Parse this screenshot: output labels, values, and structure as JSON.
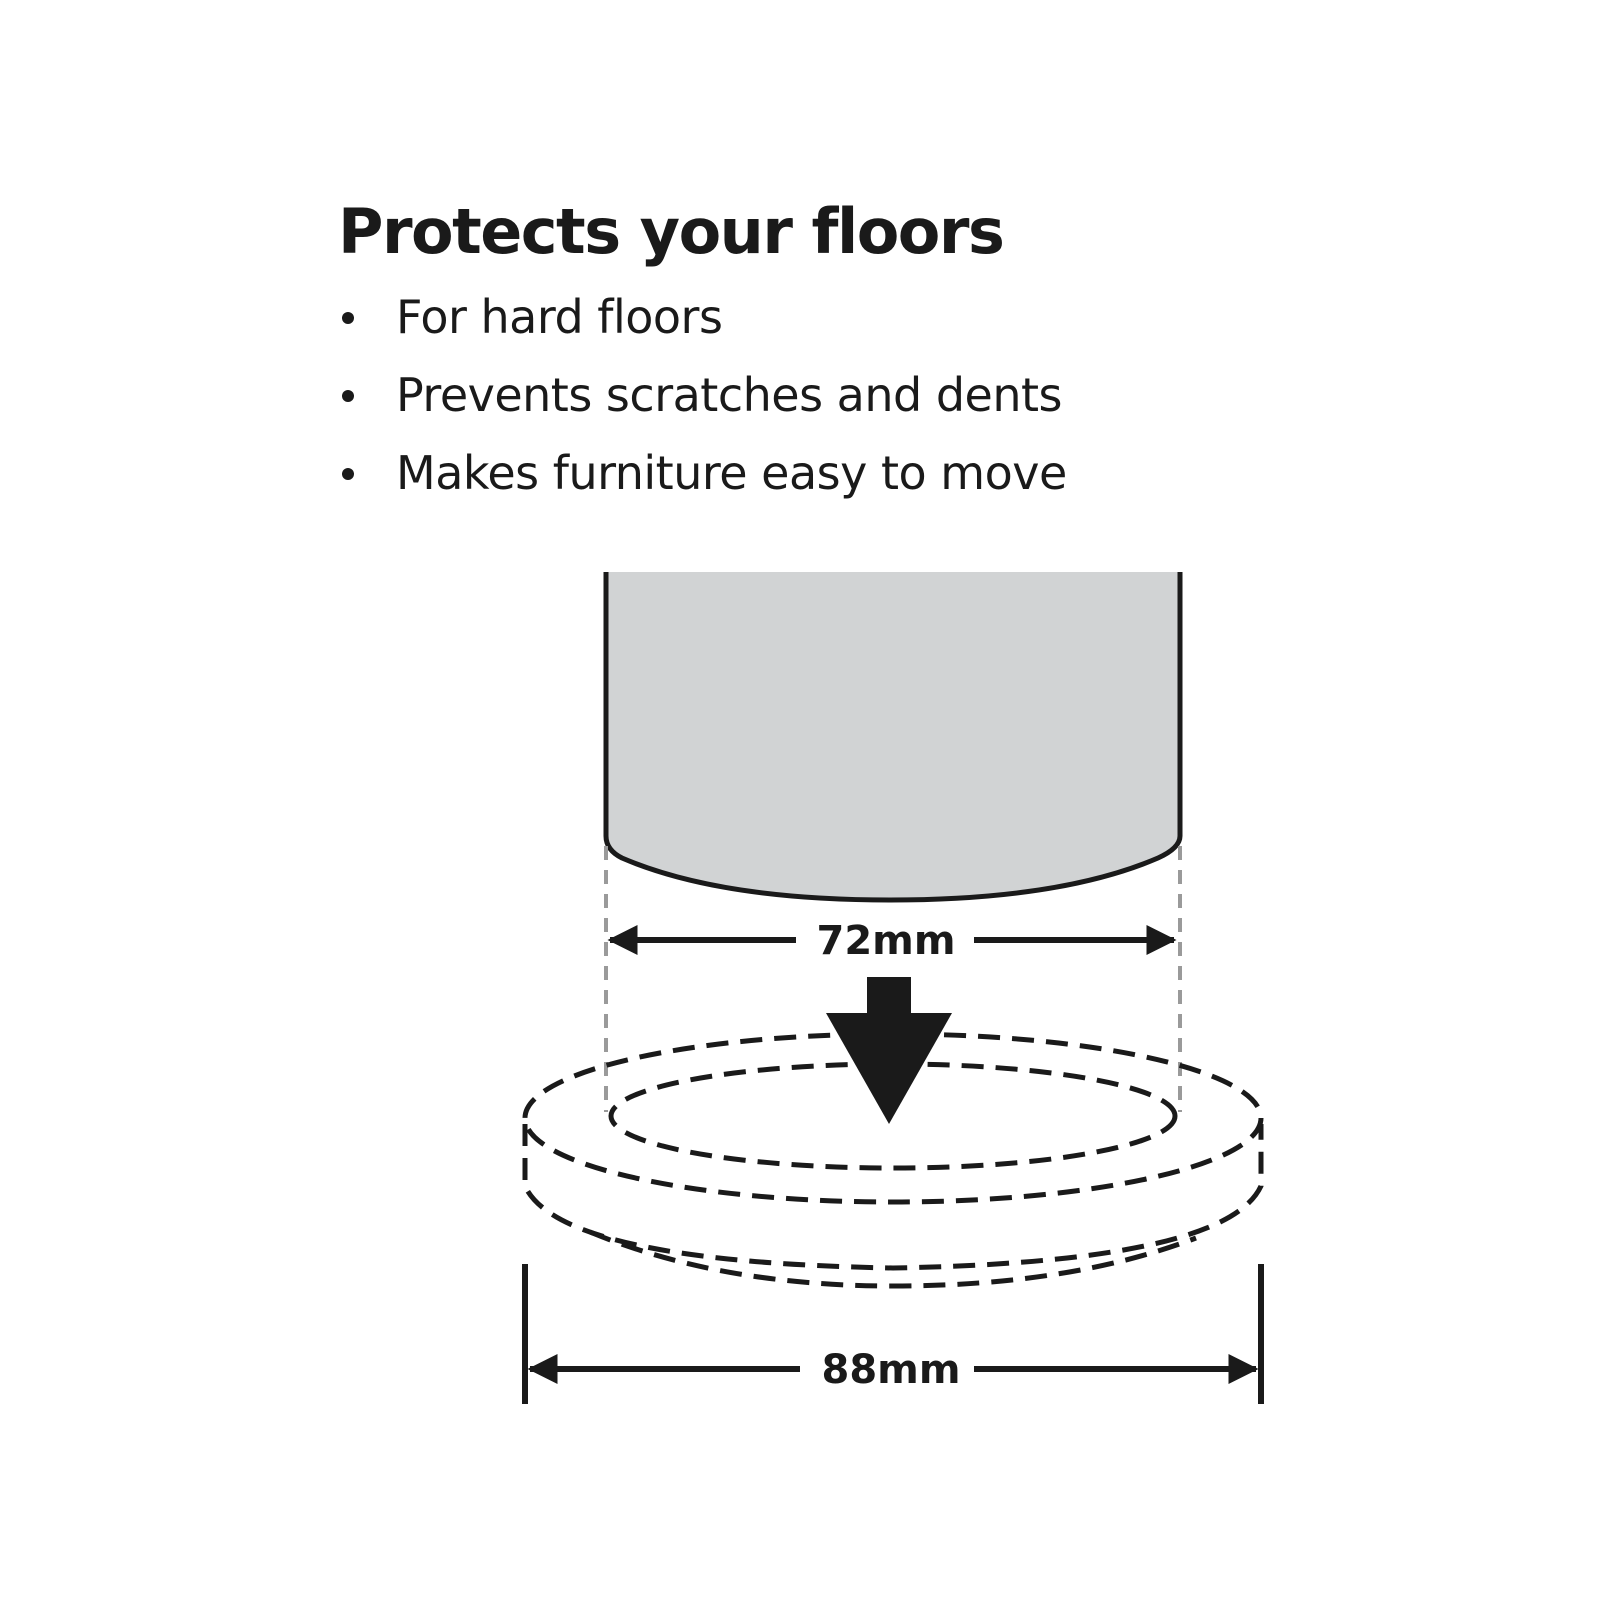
{
  "headline": "Protects your floors",
  "features": [
    "For hard floors",
    "Prevents scratches and dents",
    "Makes furniture easy to move"
  ],
  "dimensions": {
    "leg_width": "72mm",
    "pad_width": "88mm"
  },
  "colors": {
    "ink": "#1a1a1a",
    "leg_fill": "#d1d3d4",
    "guide_line": "#9a9a9a"
  }
}
